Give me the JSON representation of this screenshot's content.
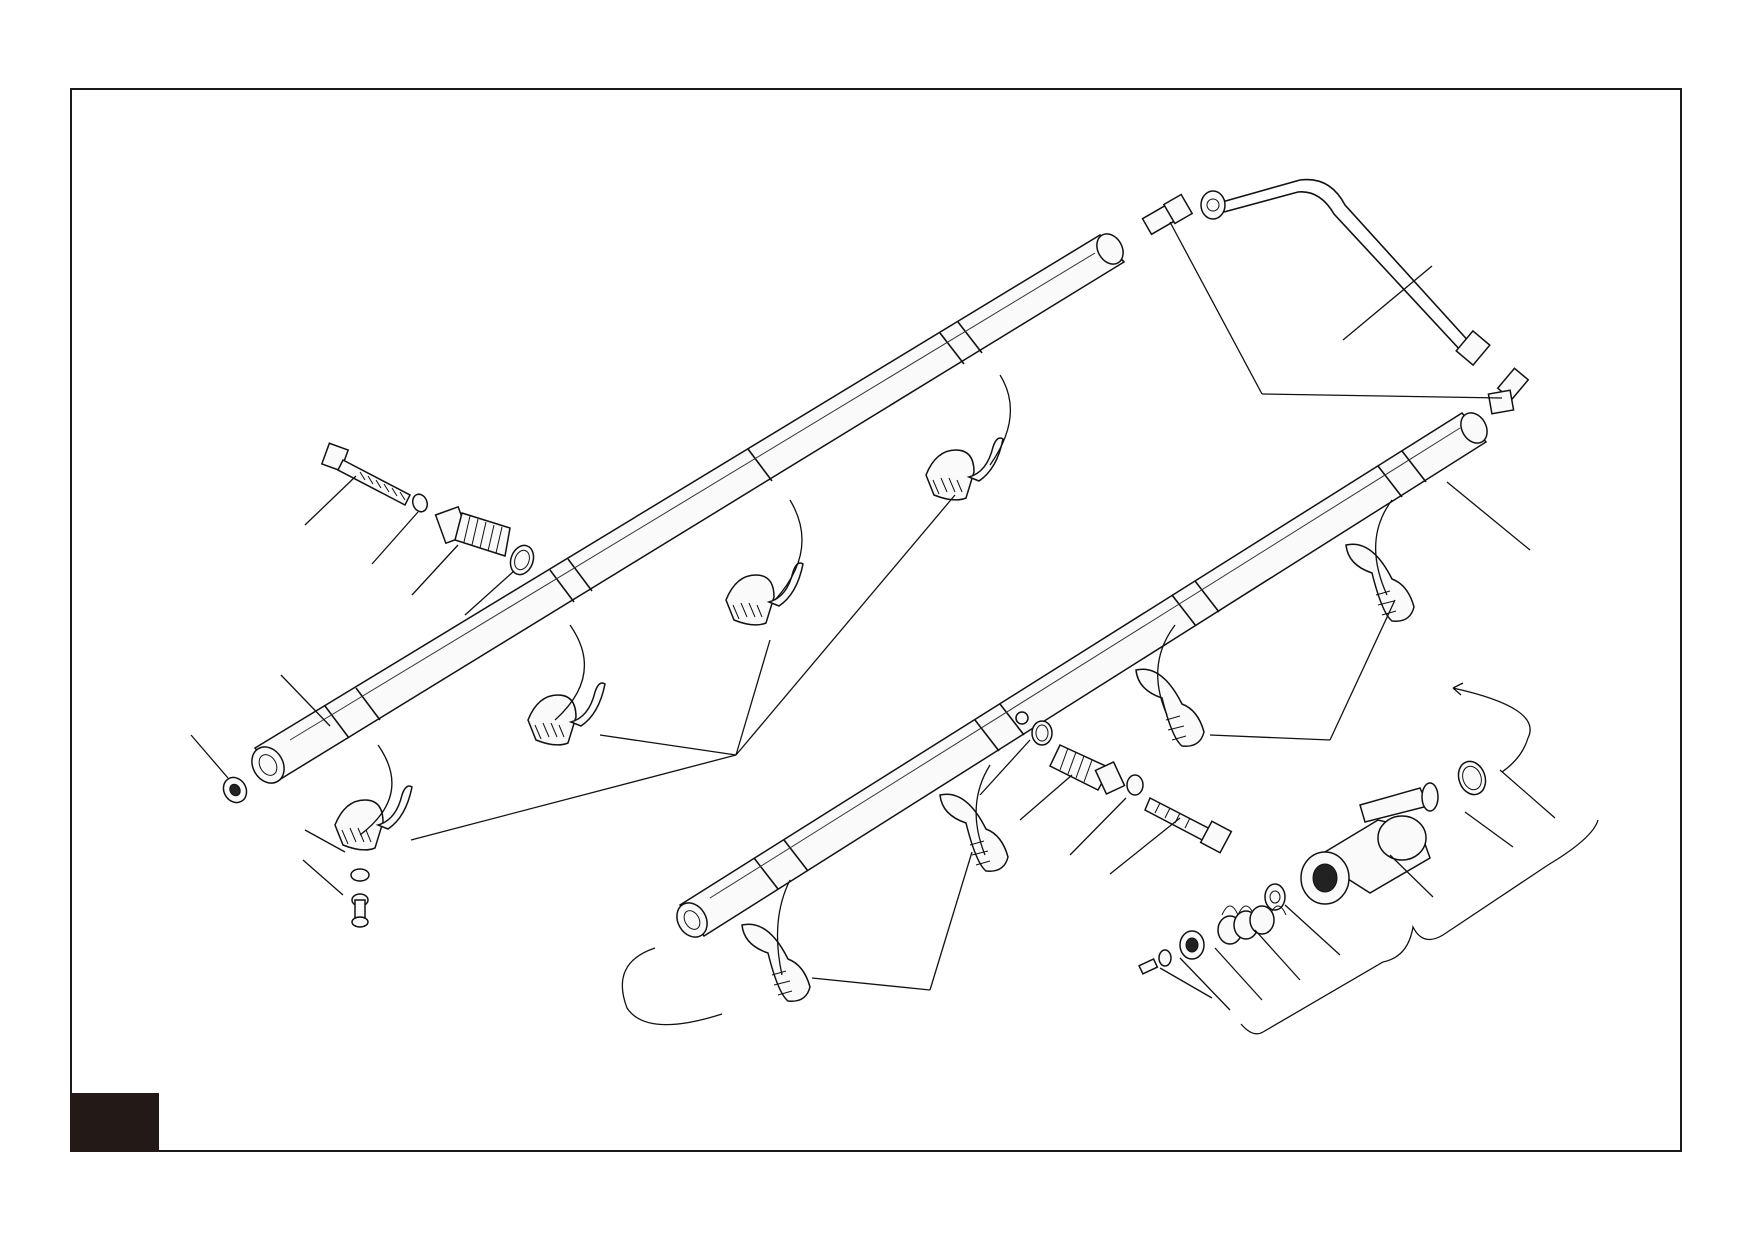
{
  "drawing": {
    "kind": "exploded-parts-view",
    "colors": {
      "line": "#111111",
      "frame": "#1a1a1a",
      "page_tab": "#231a17",
      "background": "#ffffff"
    },
    "components": [
      "bolt",
      "washer",
      "threaded-sleeve",
      "o-ring",
      "shift-rail-upper",
      "shift-rail-lower",
      "shift-fork",
      "oil-pipe",
      "elbow-fitting",
      "plug",
      "detent-assembly",
      "spring",
      "nut",
      "pin"
    ]
  }
}
